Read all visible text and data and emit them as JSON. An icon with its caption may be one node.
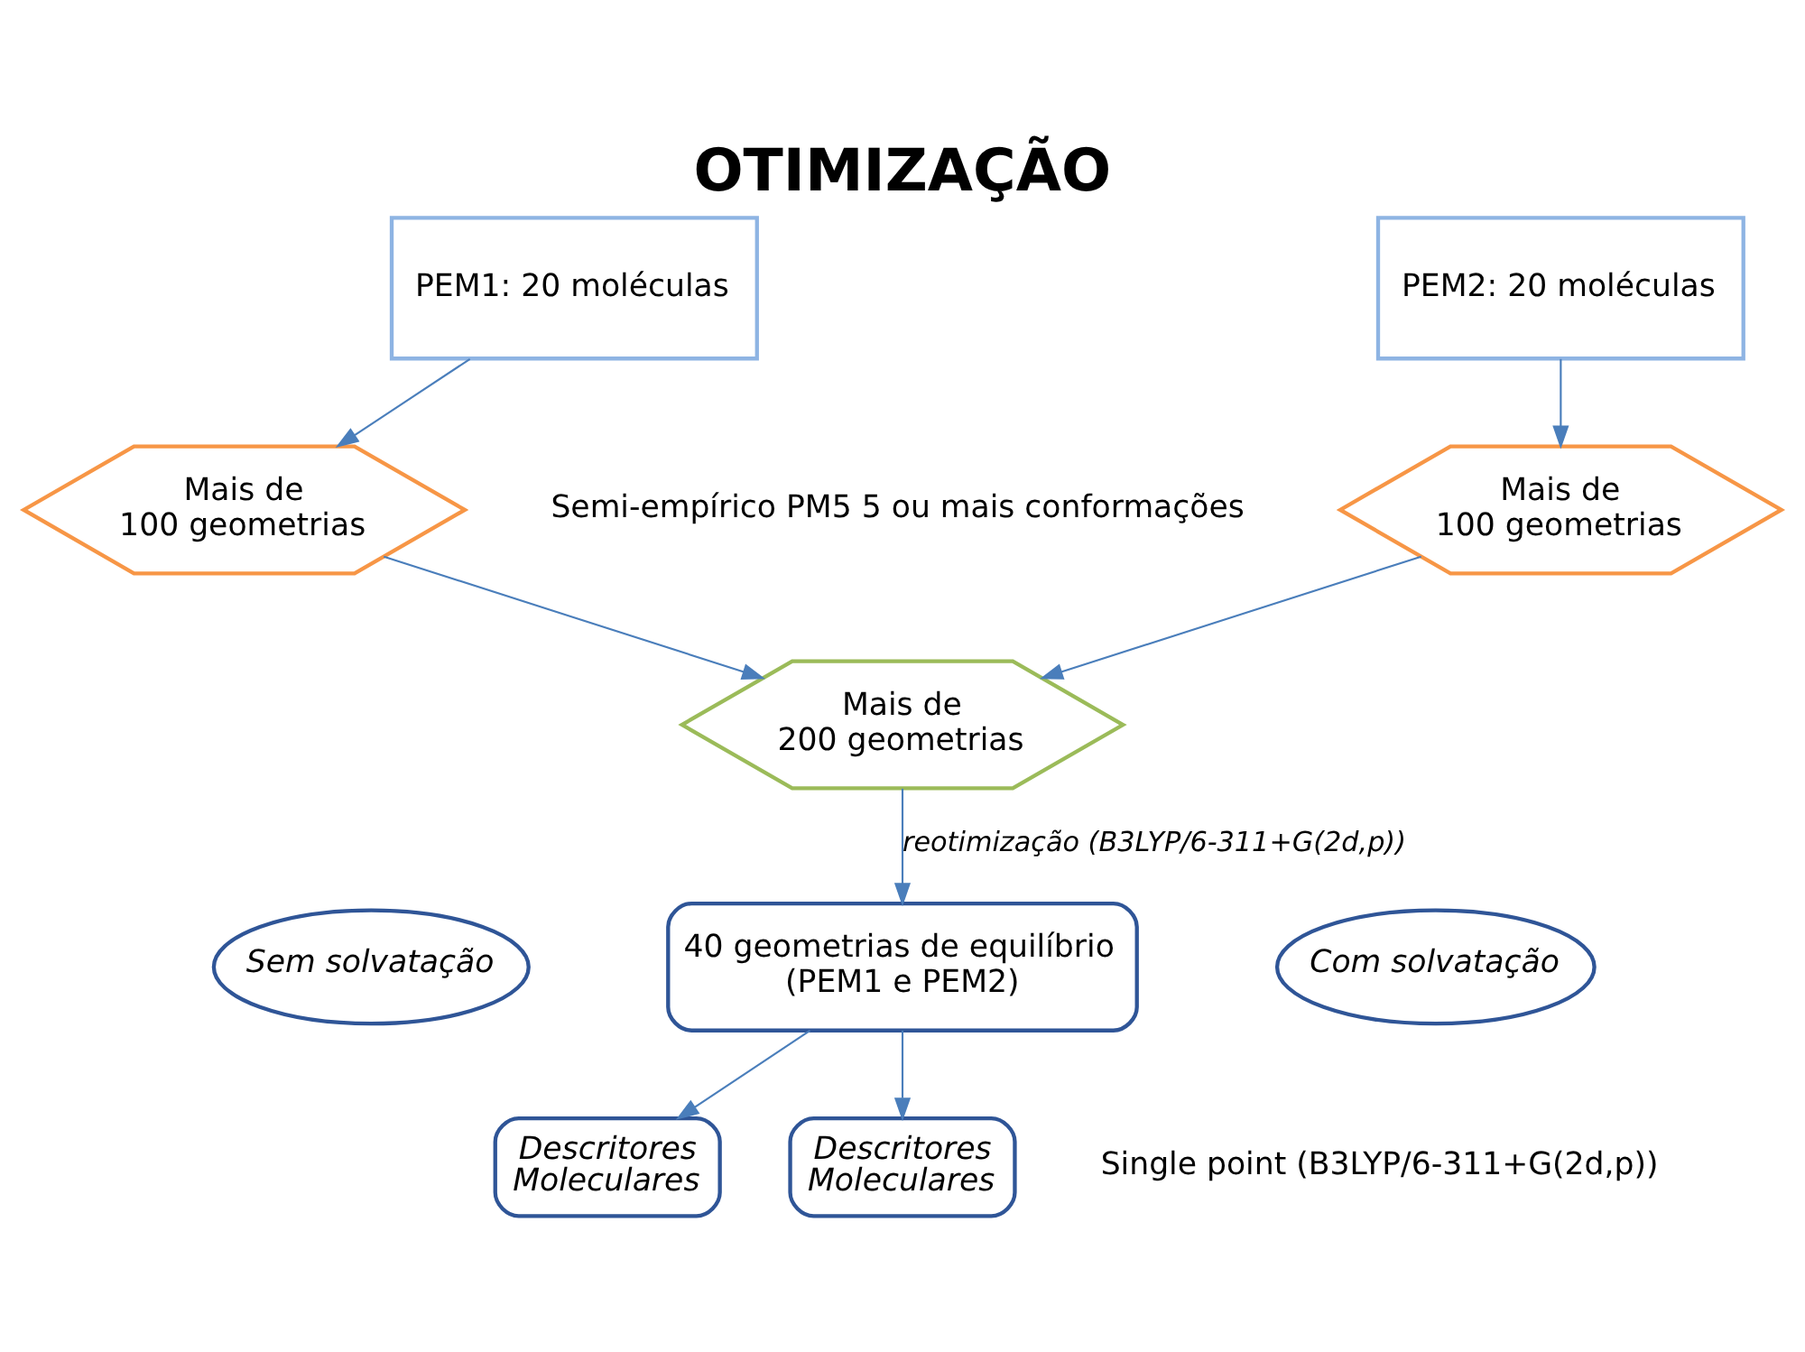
{
  "diagram": {
    "title": "OTIMIZAÇÃO",
    "nodes": [
      {
        "text": [
          "PEM1: 20 moléculas"
        ]
      },
      {
        "text": [
          "PEM2: 20 moléculas"
        ]
      },
      {
        "text": [
          "Mais de 100 geometrias"
        ]
      },
      {
        "text": [
          "Mais de 100 geometrias"
        ]
      },
      {
        "text": [
          "Mais de 200 geometrias"
        ]
      },
      {
        "text": [
          "40 geometrias de equilíbrio (PEM1 e PEM2)"
        ]
      },
      {
        "text": [
          "Sem solvatação"
        ]
      },
      {
        "text": [
          "Com solvatação"
        ]
      },
      {
        "text": [
          "Descritores Moleculares"
        ]
      },
      {
        "text": [
          "Descritores Moleculares"
        ]
      }
    ],
    "edges": [
      {
        "from": 0,
        "to": 2,
        "arrow": "to"
      },
      {
        "from": 1,
        "to": 3,
        "arrow": "to"
      },
      {
        "from": 2,
        "to": 4,
        "arrow": "to"
      },
      {
        "from": 3,
        "to": 4,
        "arrow": "to"
      },
      {
        "from": 4,
        "to": 5,
        "arrow": "to",
        "label": "reotimização (B3LYP/6-311+G(2d,p))"
      },
      {
        "from": 5,
        "to": 8,
        "arrow": "to"
      },
      {
        "from": 5,
        "to": 9,
        "arrow": "to"
      }
    ],
    "labels": [
      "Semi-empírico PM5 5 ou mais conformações",
      "Single point (B3LYP/6-311+G(2d,p))"
    ]
  }
}
